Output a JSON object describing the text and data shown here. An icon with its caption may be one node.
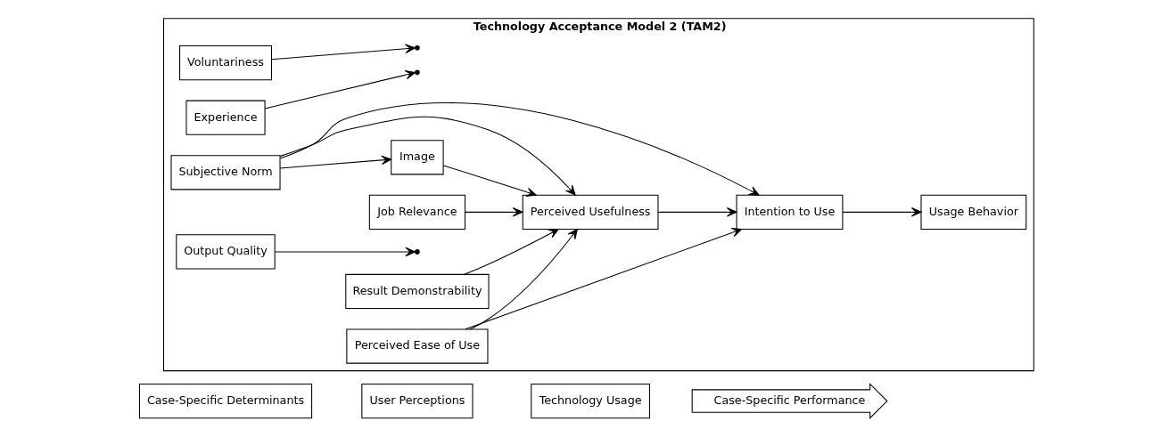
{
  "diagram": {
    "nodes": [
      {
        "text": [
          "Case-Specific Determinants"
        ]
      },
      {
        "text": [
          "User Perceptions"
        ]
      },
      {
        "text": [
          "Technology Usage"
        ]
      },
      {
        "text": [
          "Case-Specific Performance"
        ]
      },
      {
        "text": [
          "Technology Acceptance Model 2 (TAM2)"
        ]
      },
      {
        "text": [
          "Voluntariness"
        ],
        "in": 4
      },
      {
        "text": [
          "Experience"
        ],
        "in": 4
      },
      {
        "text": [
          "Subjective Norm"
        ],
        "in": 4
      },
      {
        "text": [
          "Image"
        ],
        "in": 4
      },
      {
        "text": [
          "Job Relevance"
        ],
        "in": 4
      },
      {
        "text": [
          "Output Quality"
        ],
        "in": 4
      },
      {
        "text": [
          "Result Demonstrability"
        ],
        "in": 4
      },
      {
        "text": [
          "Perceived Usefulness"
        ],
        "in": 4
      },
      {
        "text": [
          "Intention to Use"
        ],
        "in": 4
      },
      {
        "text": [
          "Usage Behavior"
        ],
        "in": 4
      },
      {
        "text": [
          "Perceived Ease of Use"
        ],
        "in": 4
      }
    ],
    "edges": [
      {
        "from": 5,
        "to": null,
        "arrow": "to"
      },
      {
        "from": 6,
        "to": null,
        "arrow": "to"
      },
      {
        "from": 7,
        "to": 8,
        "arrow": "to"
      },
      {
        "from": 7,
        "to": 12,
        "arrow": "to"
      },
      {
        "from": 7,
        "to": 13,
        "arrow": "to"
      },
      {
        "from": 8,
        "to": 12,
        "arrow": "to"
      },
      {
        "from": 9,
        "to": 12,
        "arrow": "to"
      },
      {
        "from": 10,
        "to": null,
        "arrow": "to"
      },
      {
        "from": 11,
        "to": 12,
        "arrow": "to"
      },
      {
        "from": 15,
        "to": 12,
        "arrow": "to"
      },
      {
        "from": 12,
        "to": 13,
        "arrow": "to"
      },
      {
        "from": 15,
        "to": 13,
        "arrow": "to"
      },
      {
        "from": 13,
        "to": 14,
        "arrow": "to"
      }
    ]
  }
}
